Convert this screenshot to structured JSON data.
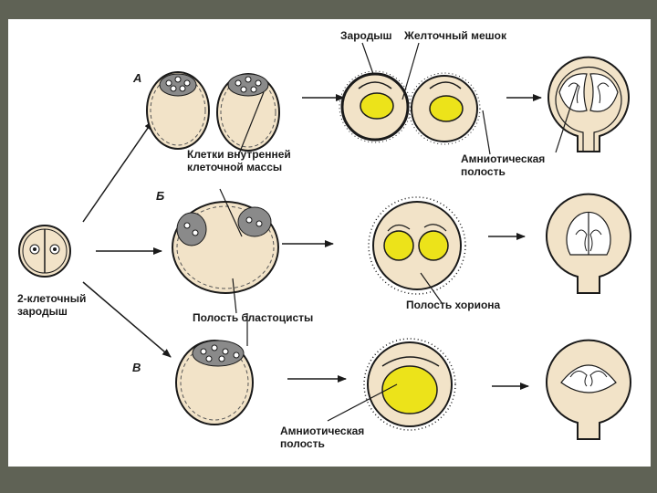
{
  "rows": {
    "a": "А",
    "b": "Б",
    "v": "В"
  },
  "labels": {
    "embryo": "Зародыш",
    "yolk_sac": "Желточный мешок",
    "inner_cell_mass_1": "Клетки внутренней",
    "inner_cell_mass_2": "клеточной массы",
    "two_cell_1": "2-клеточный",
    "two_cell_2": "зародыш",
    "blastocyst_cavity": "Полость бластоцисты",
    "chorion_cavity": "Полость хориона",
    "amniotic_top_1": "Амниотическая",
    "amniotic_top_2": "полость",
    "amniotic_bottom_1": "Амниотическая",
    "amniotic_bottom_2": "полость"
  },
  "colors": {
    "background": "#5f6255",
    "slide": "#ffffff",
    "cell_fill": "#f2e3c8",
    "yolk": "#ece31a",
    "outline": "#1a1a1a"
  }
}
